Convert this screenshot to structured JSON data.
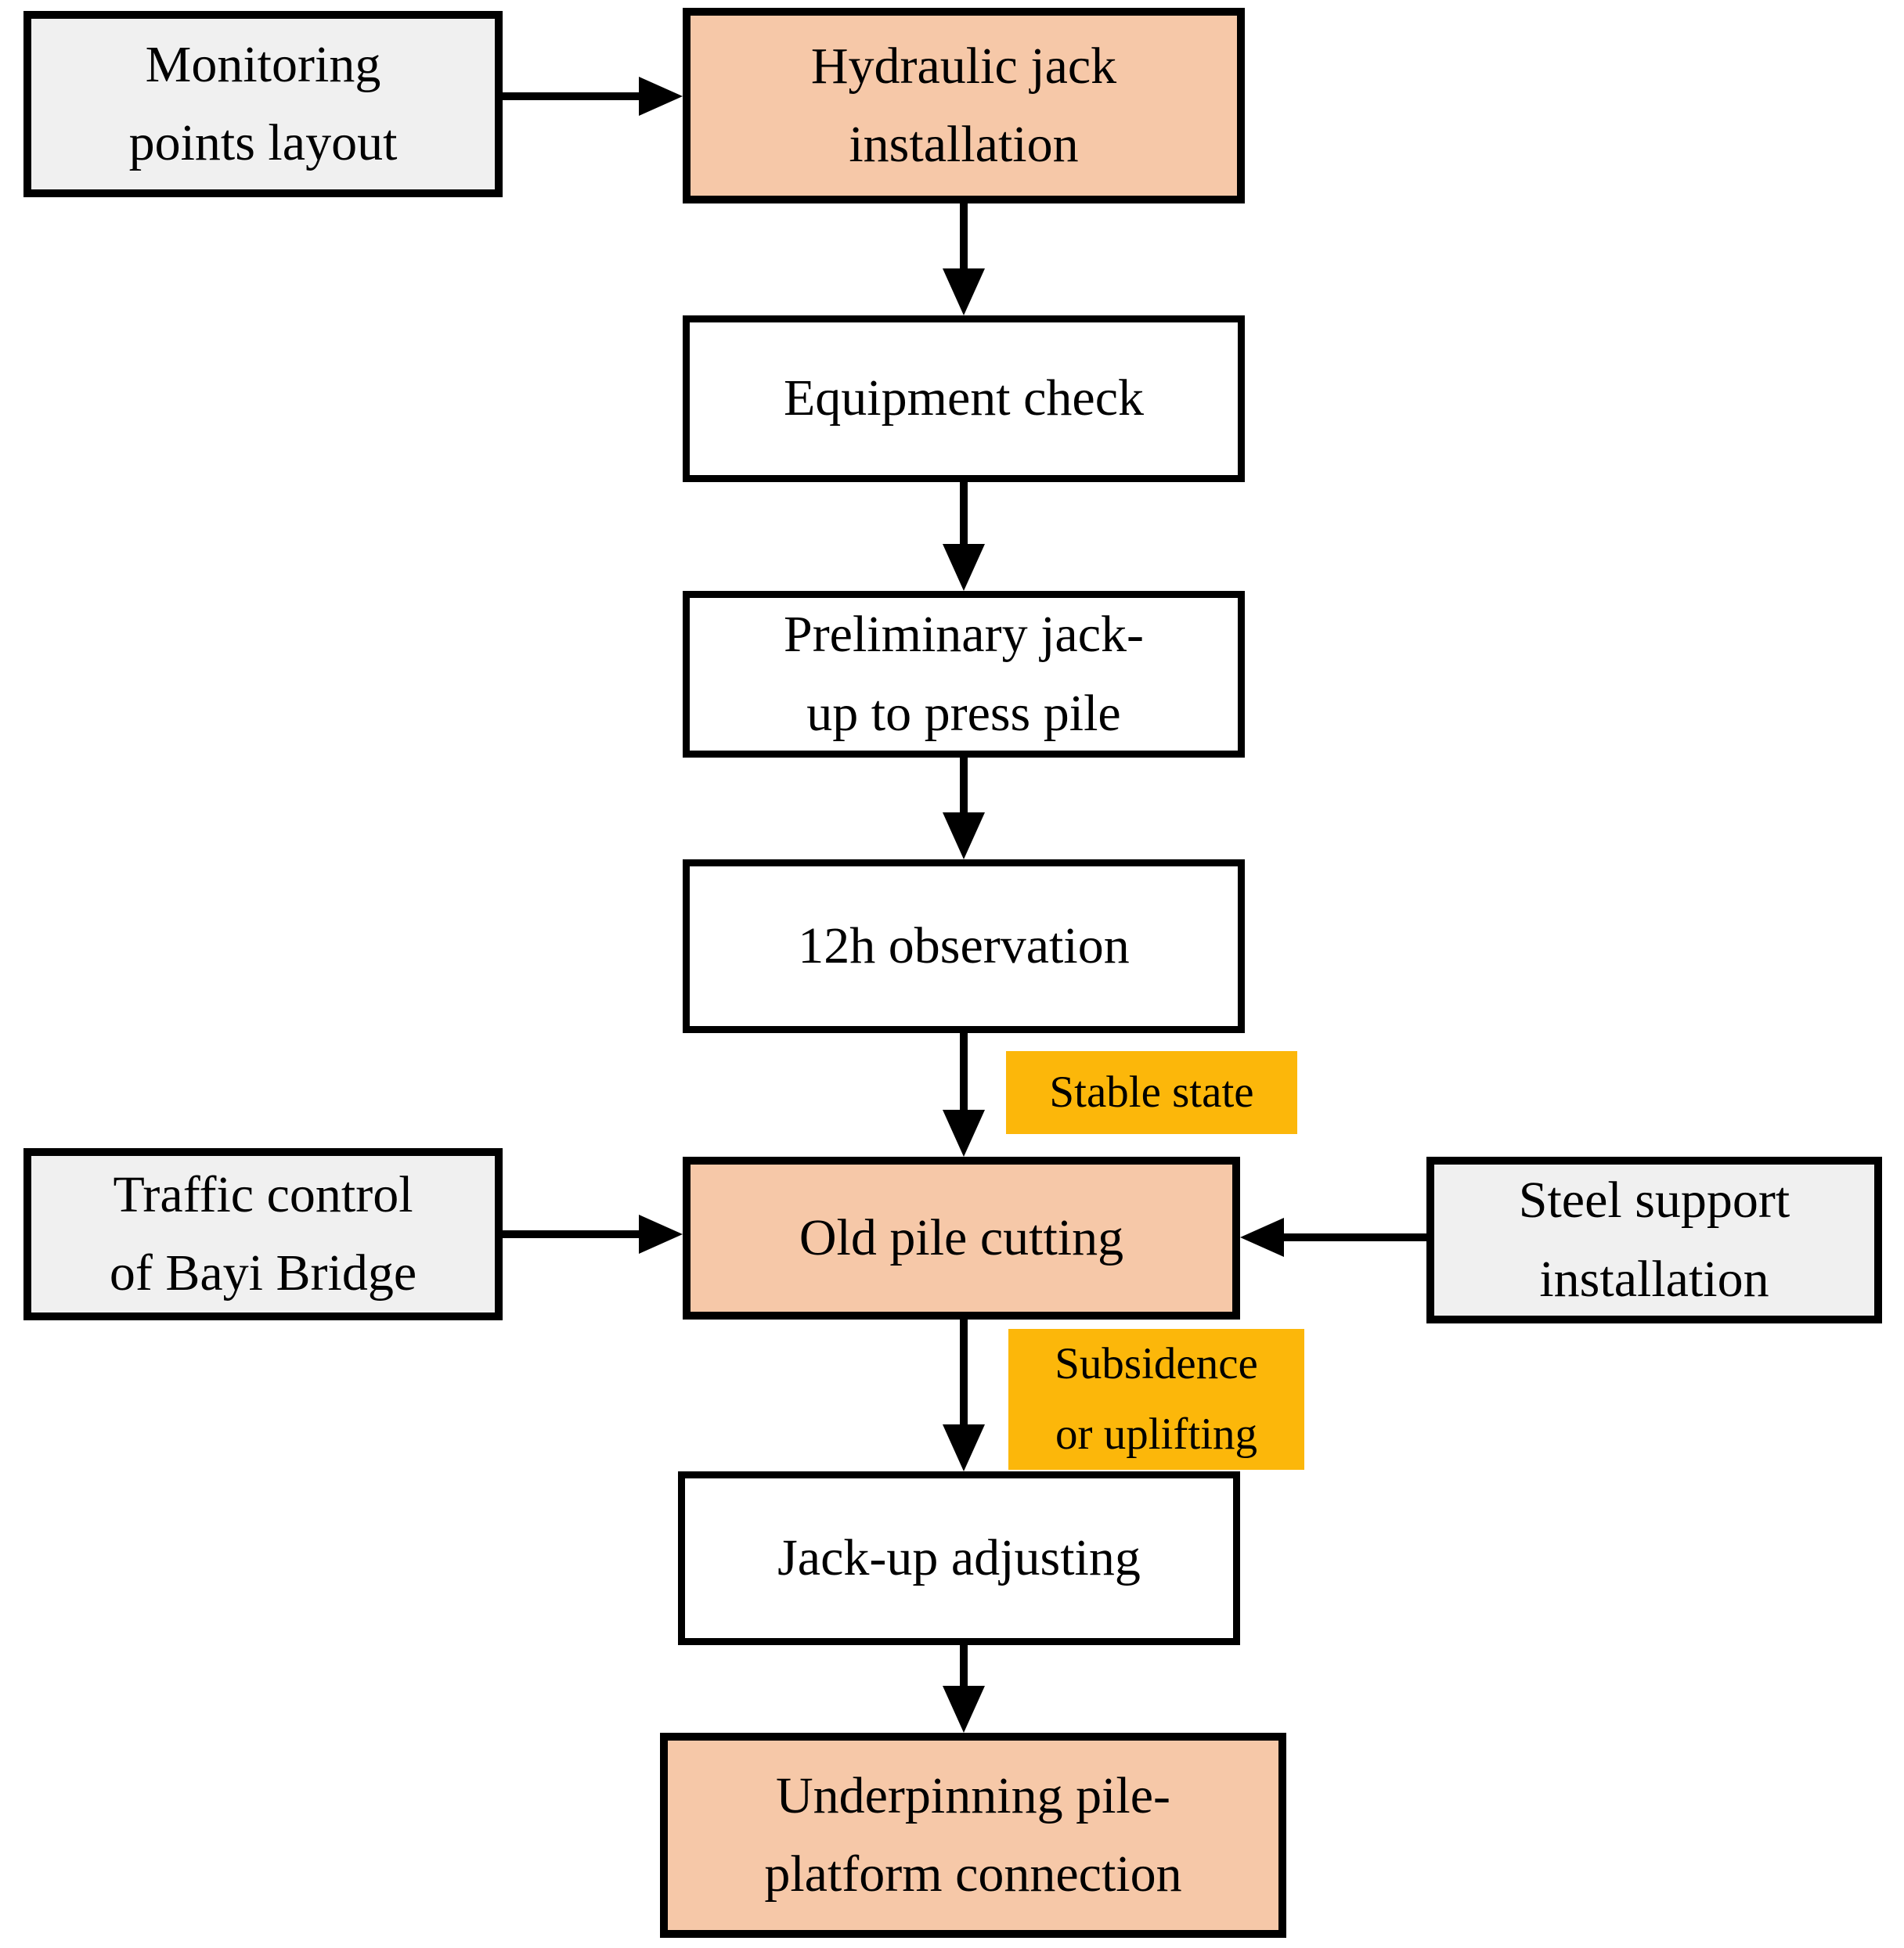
{
  "diagram": {
    "type": "flowchart",
    "background": "#FFFFFF",
    "colors": {
      "highlight_fill": "#F6C8A8",
      "external_input_fill": "#F0F0F0",
      "process_fill": "#FFFFFF",
      "condition_label_fill": "#FCB70A",
      "line_and_border": "#000000",
      "text": "#000000"
    },
    "nodes": {
      "monitoring": {
        "label": "Monitoring points layout",
        "lines": [
          "Monitoring",
          "points layout"
        ],
        "fill": "external"
      },
      "hydraulic": {
        "label": "Hydraulic jack installation",
        "lines": [
          "Hydraulic jack",
          "installation"
        ],
        "fill": "highlight"
      },
      "equipment": {
        "label": "Equipment check",
        "lines": [
          "Equipment check"
        ],
        "fill": "process"
      },
      "preliminary": {
        "label": "Preliminary jack-up to press pile",
        "lines": [
          "Preliminary jack-",
          "up to press pile"
        ],
        "fill": "process"
      },
      "observation": {
        "label": "12h observation",
        "lines": [
          "12h observation"
        ],
        "fill": "process"
      },
      "traffic": {
        "label": "Traffic control of Bayi Bridge",
        "lines": [
          "Traffic control",
          "of Bayi Bridge"
        ],
        "fill": "external"
      },
      "old_pile": {
        "label": "Old pile cutting",
        "lines": [
          "Old pile cutting"
        ],
        "fill": "highlight"
      },
      "steel": {
        "label": "Steel support installation",
        "lines": [
          "Steel support",
          "installation"
        ],
        "fill": "external"
      },
      "jack_up": {
        "label": "Jack-up adjusting",
        "lines": [
          "Jack-up adjusting"
        ],
        "fill": "process"
      },
      "underpinning": {
        "label": "Underpinning pile-platform connection",
        "lines": [
          "Underpinning pile-",
          "platform connection"
        ],
        "fill": "highlight"
      }
    },
    "edge_labels": {
      "stable": {
        "label": "Stable state",
        "lines": [
          "Stable state"
        ]
      },
      "subsidence": {
        "label": "Subsidence or uplifting",
        "lines": [
          "Subsidence",
          "or uplifting"
        ]
      }
    },
    "edges": [
      {
        "from": "monitoring",
        "to": "hydraulic",
        "label": ""
      },
      {
        "from": "hydraulic",
        "to": "equipment",
        "label": ""
      },
      {
        "from": "equipment",
        "to": "preliminary",
        "label": ""
      },
      {
        "from": "preliminary",
        "to": "observation",
        "label": ""
      },
      {
        "from": "observation",
        "to": "old_pile",
        "label": "Stable state"
      },
      {
        "from": "traffic",
        "to": "old_pile",
        "label": ""
      },
      {
        "from": "steel",
        "to": "old_pile",
        "label": ""
      },
      {
        "from": "old_pile",
        "to": "jack_up",
        "label": "Subsidence or uplifting"
      },
      {
        "from": "jack_up",
        "to": "underpinning",
        "label": ""
      }
    ]
  }
}
